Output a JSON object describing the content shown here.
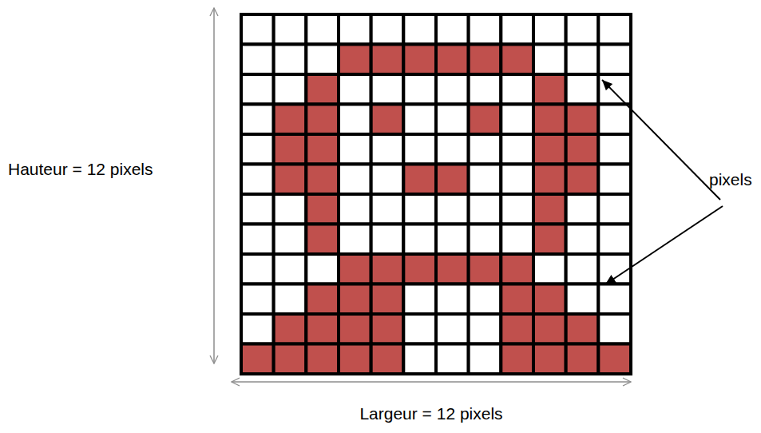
{
  "diagram": {
    "labels": [
      "Hauteur = 12 pixels",
      "pixels",
      "Largeur = 12 pixels"
    ]
  }
}
